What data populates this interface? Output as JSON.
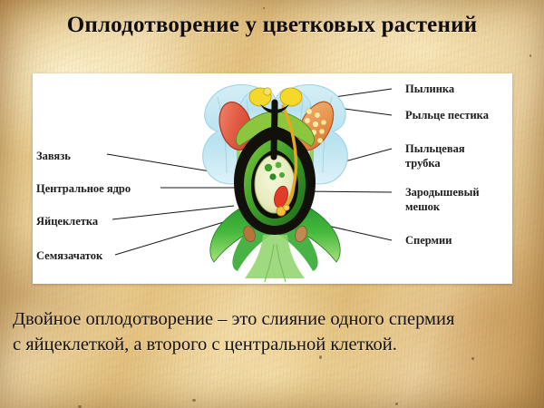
{
  "slide": {
    "title": "Оплодотворение у цветковых растений",
    "caption_line1": "Двойное оплодотворение – это слияние одного спермия",
    "caption_line2": "с яйцеклеткой, а второго с центральной клеткой."
  },
  "diagram": {
    "alt": "Схема двойного оплодотворения у цветкового растения",
    "labels_left": [
      {
        "text": "Завязь"
      },
      {
        "text": "Центральное ядро"
      },
      {
        "text": "Яйцеклетка"
      },
      {
        "text": "Семязачаток"
      }
    ],
    "labels_right": [
      {
        "text": "Пылинка"
      },
      {
        "text": "Рыльце пестика"
      },
      {
        "text": "Пыльцевая",
        "text2": "трубка"
      },
      {
        "text": "Зародышевый",
        "text2": "мешок"
      },
      {
        "text": "Спермии"
      }
    ]
  },
  "colors": {
    "background_paper": "#e5c382",
    "panel": "#ffffff",
    "title_text": "#120d08",
    "label_text": "#1b1b1b",
    "petal_blue": "#bfe4ef",
    "pistil_green": "#7dc242",
    "ovary_dark": "#141008",
    "stigma_yellow": "#f4d92a",
    "anther_red": "#e8604a",
    "anther_orange": "#e8904a",
    "embryo_sac_cream": "#eef0c8",
    "egg_cell_red": "#e23b26",
    "pollen_tube_gold": "#e8a81e",
    "sepal_green": "#2fa83a"
  }
}
